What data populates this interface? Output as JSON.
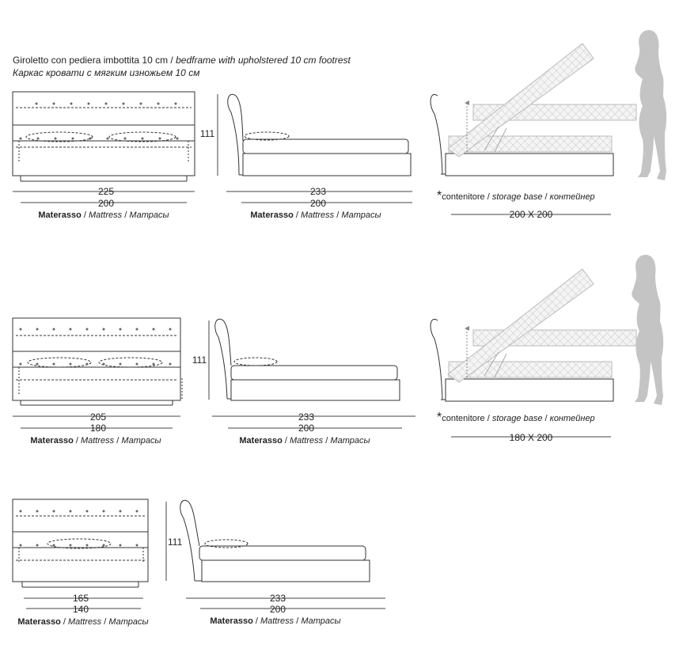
{
  "header": {
    "line1_it": "Giroletto con pediera imbottita 10 cm / ",
    "line1_en": "bedframe with upholstered 10 cm footrest",
    "line2_ru": "Каркас кровати с мягким изножьем 10 см"
  },
  "labels": {
    "mattress_it": "Materasso",
    "mattress_sep": " / ",
    "mattress_en": "Mattress",
    "mattress_ru": "Матрасы",
    "storage_star": "*",
    "storage_it": "contenitore",
    "storage_en": "storage base",
    "storage_ru": "контейнер",
    "height": "111"
  },
  "rows": [
    {
      "total_width": "225",
      "mattress_width": "200",
      "length_total": "233",
      "length_mattress": "200",
      "storage_size": "200 X 200"
    },
    {
      "total_width": "205",
      "mattress_width": "180",
      "length_total": "233",
      "length_mattress": "200",
      "storage_size": "180 X 200"
    },
    {
      "total_width": "165",
      "mattress_width": "140",
      "length_total": "233",
      "length_mattress": "200"
    }
  ]
}
